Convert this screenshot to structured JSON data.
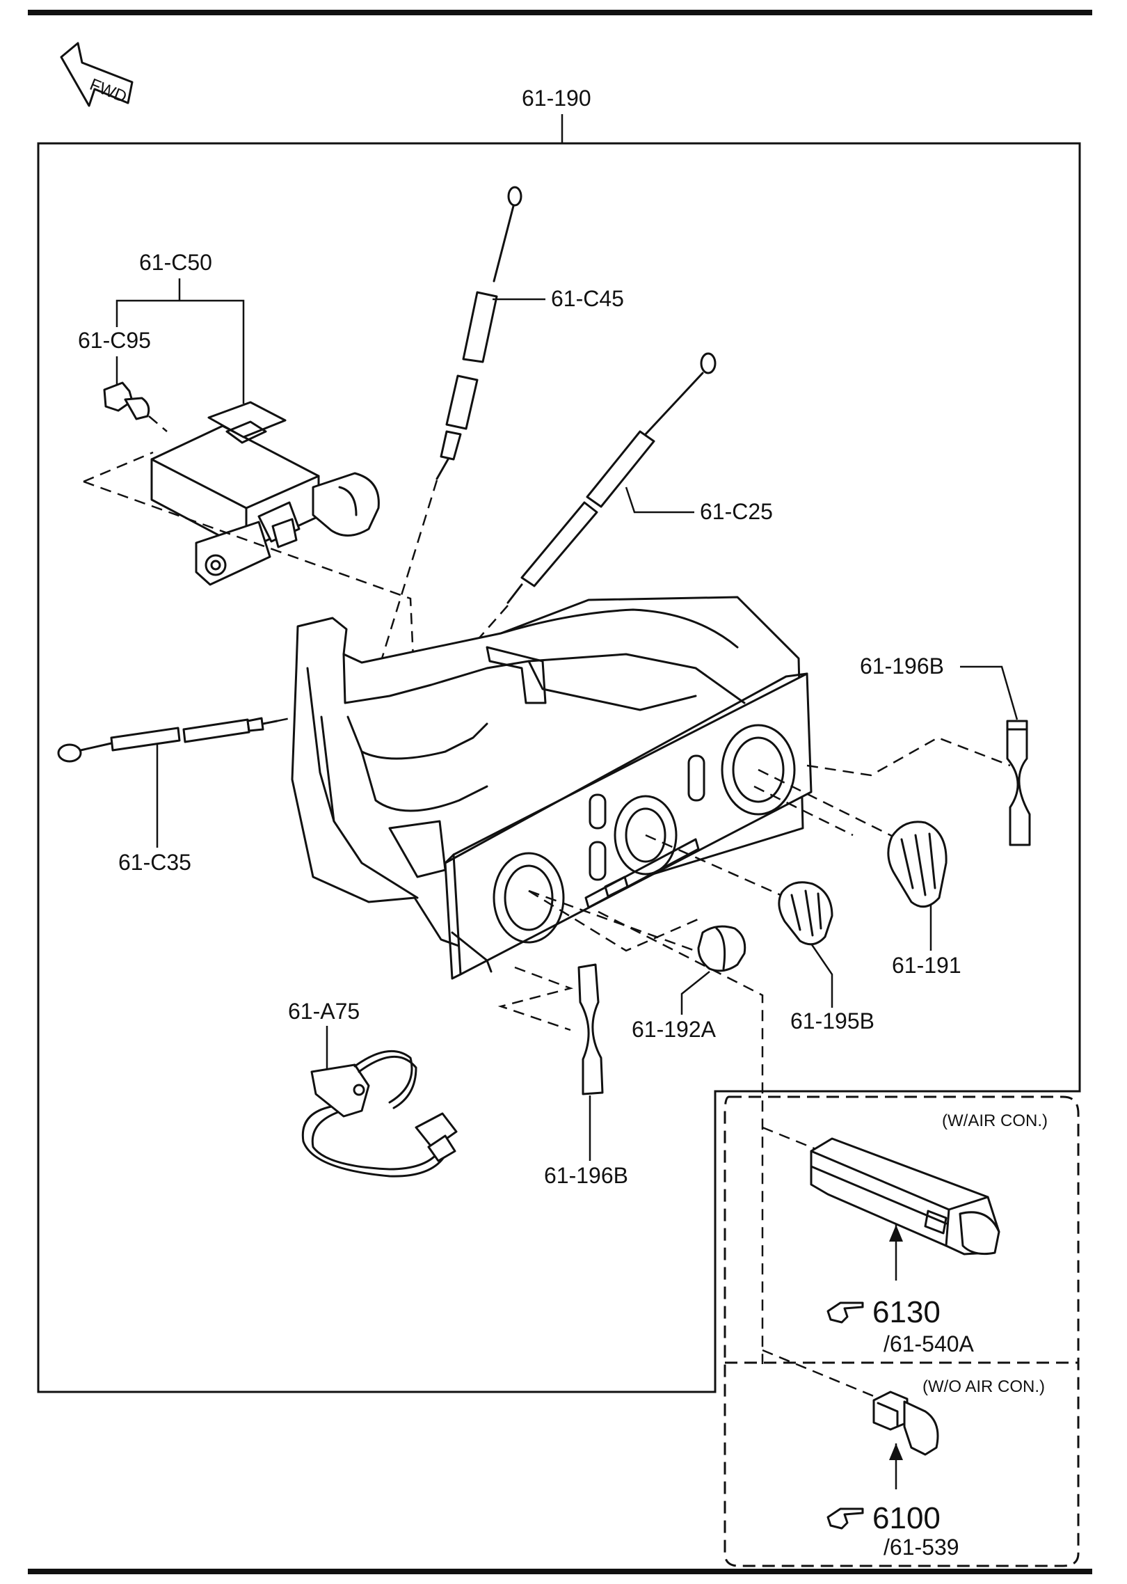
{
  "labels": {
    "assembly": "61-190",
    "c50": "61-C50",
    "c95": "61-C95",
    "c45": "61-C45",
    "c25": "61-C25",
    "c35": "61-C35",
    "b196_top": "61-196B",
    "b196_bottom": "61-196B",
    "p191": "61-191",
    "p195b": "61-195B",
    "p192a": "61-192A",
    "a75": "61-A75"
  },
  "fwd_arrow": {
    "text": "FWD"
  },
  "variants": [
    {
      "condition": "(W/AIR CON.)",
      "ref_number": "6130",
      "sub_ref": "/61-540A"
    },
    {
      "condition": "(W/O AIR CON.)",
      "ref_number": "6100",
      "sub_ref": "/61-539"
    }
  ],
  "icons": {
    "ref_pointer": "pointing-hand-icon",
    "fwd": "fwd-arrow-icon"
  }
}
